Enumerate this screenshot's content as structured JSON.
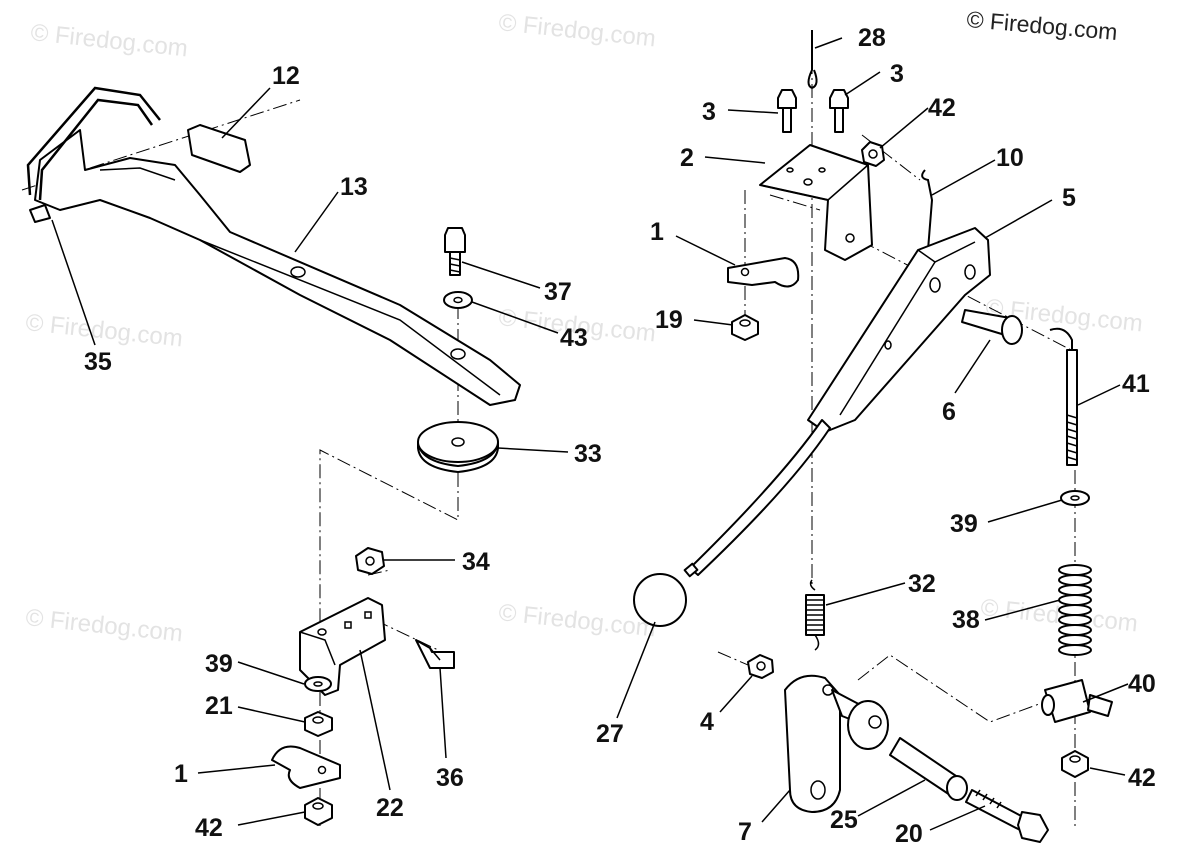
{
  "copyright": "© Firedog.com",
  "watermark": "© Firedog.com",
  "callouts": {
    "c28": "28",
    "c3a": "3",
    "c3b": "3",
    "c42a": "42",
    "c2": "2",
    "c10": "10",
    "c5": "5",
    "c1a": "1",
    "c19": "19",
    "c6": "6",
    "c41": "41",
    "c39a": "39",
    "c32": "32",
    "c38": "38",
    "c40": "40",
    "c42b": "42",
    "c27": "27",
    "c4": "4",
    "c7": "7",
    "c25": "25",
    "c20": "20",
    "c12": "12",
    "c13": "13",
    "c35": "35",
    "c37": "37",
    "c43": "43",
    "c33": "33",
    "c34": "34",
    "c39b": "39",
    "c21": "21",
    "c1b": "1",
    "c42c": "42",
    "c22": "22",
    "c36": "36"
  }
}
